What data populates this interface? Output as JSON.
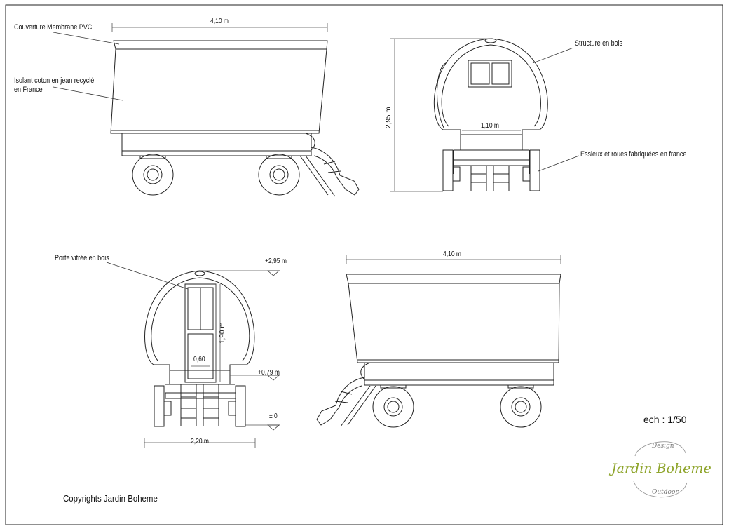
{
  "labels": {
    "roof": "Couverture Membrane PVC",
    "insulation_line1": "Isolant coton en jean recyclé",
    "insulation_line2": "en France",
    "structure": "Structure en bois",
    "axles": "Essieux et roues fabriquées en france",
    "door": "Porte vitrée en bois"
  },
  "dimensions": {
    "top_length": "4,10 m",
    "height": "2,95 m",
    "inner_width": "1,10 m",
    "bottom_length": "4,10 m",
    "level_top": "+2,95 m",
    "door_height": "1,90 m",
    "level_floor": "+0,79 m",
    "door_width": "0,60",
    "level_ground": "± 0",
    "total_width": "2,20 m"
  },
  "scale": "ech : 1/50",
  "copyright": "Copyrights Jardin Boheme",
  "logo": {
    "top": "Design",
    "name": "Jardin Boheme",
    "bottom": "Outdoor",
    "color": "#8fa52c"
  }
}
